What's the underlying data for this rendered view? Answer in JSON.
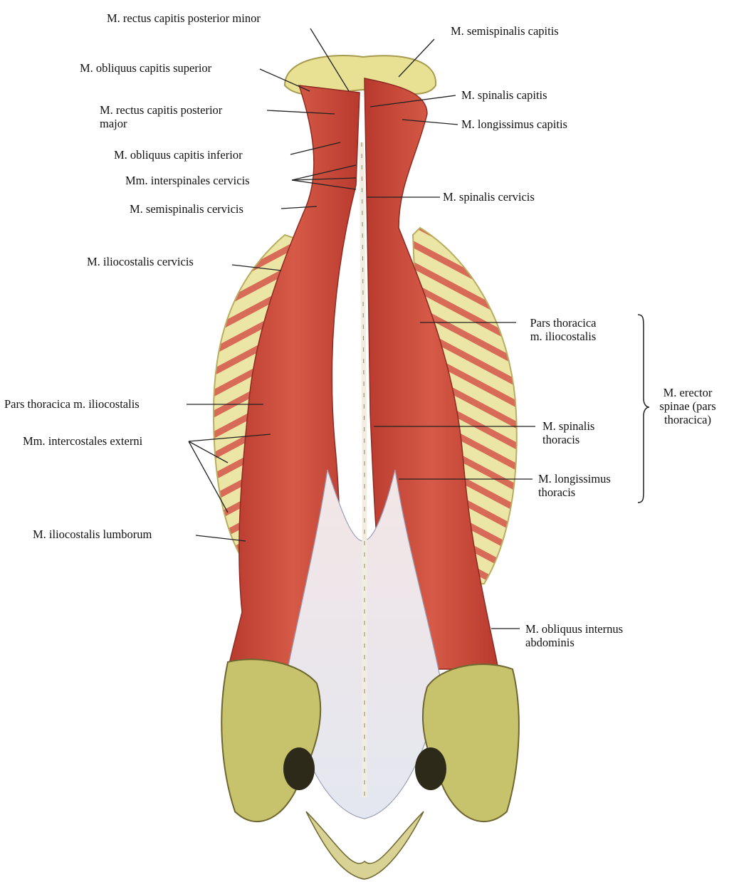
{
  "colors": {
    "muscle": "#c9473a",
    "muscle_dark": "#9c2a22",
    "muscle_light": "#e07a66",
    "bone": "#e9e29a",
    "bone_dark": "#8a7d3a",
    "fascia": "#eceef4",
    "leader": "#222222"
  },
  "labels_left": [
    {
      "id": "rectus-capitis-posterior-minor",
      "text": "M. rectus capitis posterior minor"
    },
    {
      "id": "obliquus-capitis-superior",
      "text": "M. obliquus capitis superior"
    },
    {
      "id": "rectus-capitis-posterior-major",
      "line1": "M. rectus capitis posterior",
      "line2": "major"
    },
    {
      "id": "obliquus-capitis-inferior",
      "text": "M. obliquus capitis inferior"
    },
    {
      "id": "interspinales-cervicis",
      "text": "Mm. interspinales cervicis"
    },
    {
      "id": "semispinalis-cervicis",
      "text": "M. semispinalis cervicis"
    },
    {
      "id": "iliocostalis-cervicis",
      "text": "M. iliocostalis cervicis"
    },
    {
      "id": "pars-thoracica-iliocostalis-left",
      "text": "Pars thoracica m. iliocostalis"
    },
    {
      "id": "intercostales-externi",
      "text": "Mm. intercostales externi"
    },
    {
      "id": "iliocostalis-lumborum",
      "text": "M. iliocostalis lumborum"
    }
  ],
  "labels_right": [
    {
      "id": "semispinalis-capitis",
      "text": "M. semispinalis capitis"
    },
    {
      "id": "spinalis-capitis",
      "text": "M. spinalis capitis"
    },
    {
      "id": "longissimus-capitis",
      "text": "M. longissimus capitis"
    },
    {
      "id": "spinalis-cervicis",
      "text": "M. spinalis cervicis"
    },
    {
      "id": "pars-thoracica-iliocostalis-right",
      "line1": "Pars thoracica",
      "line2": "m. iliocostalis"
    },
    {
      "id": "spinalis-thoracis",
      "line1": "M. spinalis",
      "line2": "thoracis"
    },
    {
      "id": "longissimus-thoracis",
      "line1": "M. longissimus",
      "line2": "thoracis"
    },
    {
      "id": "obliquus-internus-abdominis",
      "line1": "M. obliquus internus",
      "line2": "abdominis"
    }
  ],
  "group_label": {
    "line1": "M. erector",
    "line2": "spinae (pars",
    "line3": "thoracica)"
  }
}
